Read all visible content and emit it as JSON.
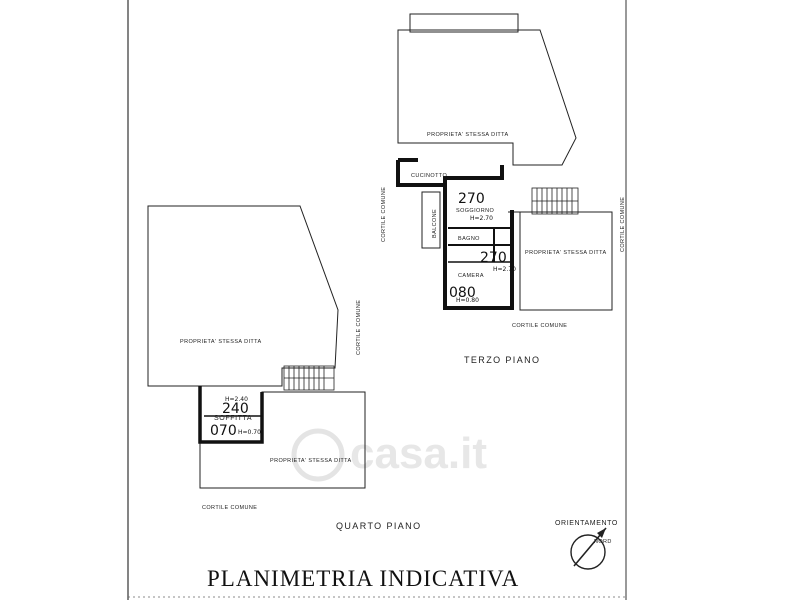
{
  "title": "PLANIMETRIA INDICATIVA",
  "watermark": "casa.it",
  "orientation_label": "ORIENTAMENTO",
  "north_label": "NORD",
  "terzo_piano": {
    "floor_label": "TERZO PIANO",
    "owner_top": "PROPRIETA' STESSA DITTA",
    "owner_right": "PROPRIETA' STESSA DITTA",
    "cortile_left": "CORTILE COMUNE",
    "cortile_right": "CORTILE COMUNE",
    "cortile_bottom": "CORTILE COMUNE",
    "room_cucina": "CUCINOTTO",
    "room_soggiorno": "SOGGIORNO",
    "soggiorno_height": "H=2.70",
    "soggiorno_value": "270",
    "room_bagno": "BAGNO",
    "room_balcone": "BALCONE",
    "room_camera": "CAMERA",
    "camera_value": "270",
    "camera_height": "H=2.70",
    "room_cantina_value": "080",
    "cantina_height": "H=0.80"
  },
  "quarto_piano": {
    "floor_label": "QUARTO PIANO",
    "owner_top": "PROPRIETA' STESSA DITTA",
    "owner_bottom": "PROPRIETA' STESSA DITTA",
    "cortile_right": "CORTILE COMUNE",
    "cortile_bottom": "CORTILE COMUNE",
    "soffitta_label": "SOFFITTA",
    "soffitta_value": "240",
    "soffitta_height": "H=2.40",
    "low_value": "070",
    "low_height": "H=0.70"
  },
  "colors": {
    "ink": "#1a1a1a",
    "wall": "#111111",
    "paper": "#ffffff",
    "watermark": "#c8c8c8"
  }
}
